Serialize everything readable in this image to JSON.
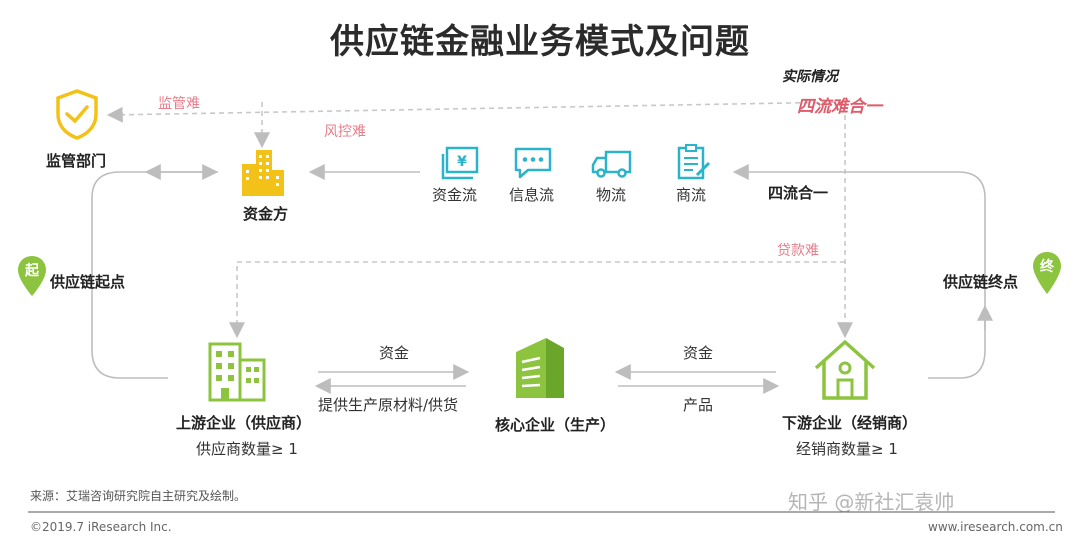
{
  "title": "供应链金融业务模式及问题",
  "top_right": {
    "actual_label": "实际情况",
    "problem": "四流难合一"
  },
  "issues": {
    "regulation": "监管难",
    "risk_control": "风控难",
    "loan": "贷款难"
  },
  "nodes": {
    "regulator": "监管部门",
    "funder": "资金方",
    "upstream": "上游企业（供应商）",
    "upstream_note": "供应商数量≥ 1",
    "core": "核心企业（生产）",
    "downstream": "下游企业（经销商）",
    "downstream_note": "经销商数量≥ 1"
  },
  "flows": [
    {
      "label": "资金流",
      "icon": "yuan-card-icon"
    },
    {
      "label": "信息流",
      "icon": "chat-bubble-icon"
    },
    {
      "label": "物流",
      "icon": "truck-icon"
    },
    {
      "label": "商流",
      "icon": "document-icon"
    }
  ],
  "four_flow": "四流合一",
  "chain_start": {
    "pin": "起",
    "label": "供应链起点"
  },
  "chain_end": {
    "pin": "终",
    "label": "供应链终点"
  },
  "edges": {
    "upstream_top": "资金",
    "upstream_bottom": "提供生产原材料/供货",
    "downstream_top": "资金",
    "downstream_bottom": "产品"
  },
  "footer": {
    "source": "来源：艾瑞咨询研究院自主研究及绘制。",
    "copyright": "©2019.7 iResearch Inc.",
    "website": "www.iresearch.com.cn",
    "watermark": "知乎 @新社汇袁帅"
  },
  "colors": {
    "accent_green": "#8cc43f",
    "icon_teal": "#2bb3c9",
    "issue_pink": "#e77e8b",
    "line_gray": "#bdbdbd",
    "funder_yellow": "#f2c218"
  }
}
